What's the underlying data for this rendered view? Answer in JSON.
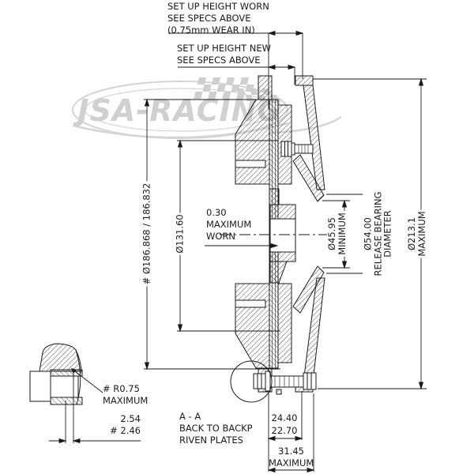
{
  "page": {
    "background": "#ffffff"
  },
  "drawing": {
    "kind": "clutch-cross-section-engineering-drawing",
    "line_color": "#1a1a1a",
    "watermark_color": "#d4d4d4",
    "watermark_text": "JSA-RACING"
  },
  "labels": {
    "setup_worn_1": "SET UP HEIGHT WORN",
    "setup_worn_2": "SEE SPECS ABOVE",
    "setup_worn_3": "(0.75mm WEAR IN)",
    "setup_new_1": "SET UP HEIGHT NEW",
    "setup_new_2": "SEE SPECS ABOVE",
    "outer_diameter": "# Ø186.868 / 186.832",
    "friction_diameter": "Ø131.60",
    "worn_1": "0.30",
    "worn_2": "MAXIMUM",
    "worn_3": "WORN",
    "bore_1": "Ø45.95",
    "bore_2": "MINIMUM",
    "release_1": "Ø54.00",
    "release_2": "RELEASE BEARING",
    "release_3": "DIAMETER",
    "max_dia_1": "Ø213.1",
    "max_dia_2": "MAXIMUM",
    "radius_1": "# R0.75",
    "radius_2": "MAXIMUM",
    "thickness_1": "2.54",
    "thickness_2": "# 2.46",
    "section_1": "A - A",
    "section_2": "BACK TO BACKP",
    "section_3": "RIVEN PLATES",
    "stack_1": "24.40",
    "stack_2": "22.70",
    "overall_1": "31.45",
    "overall_2": "MAXIMUM"
  }
}
